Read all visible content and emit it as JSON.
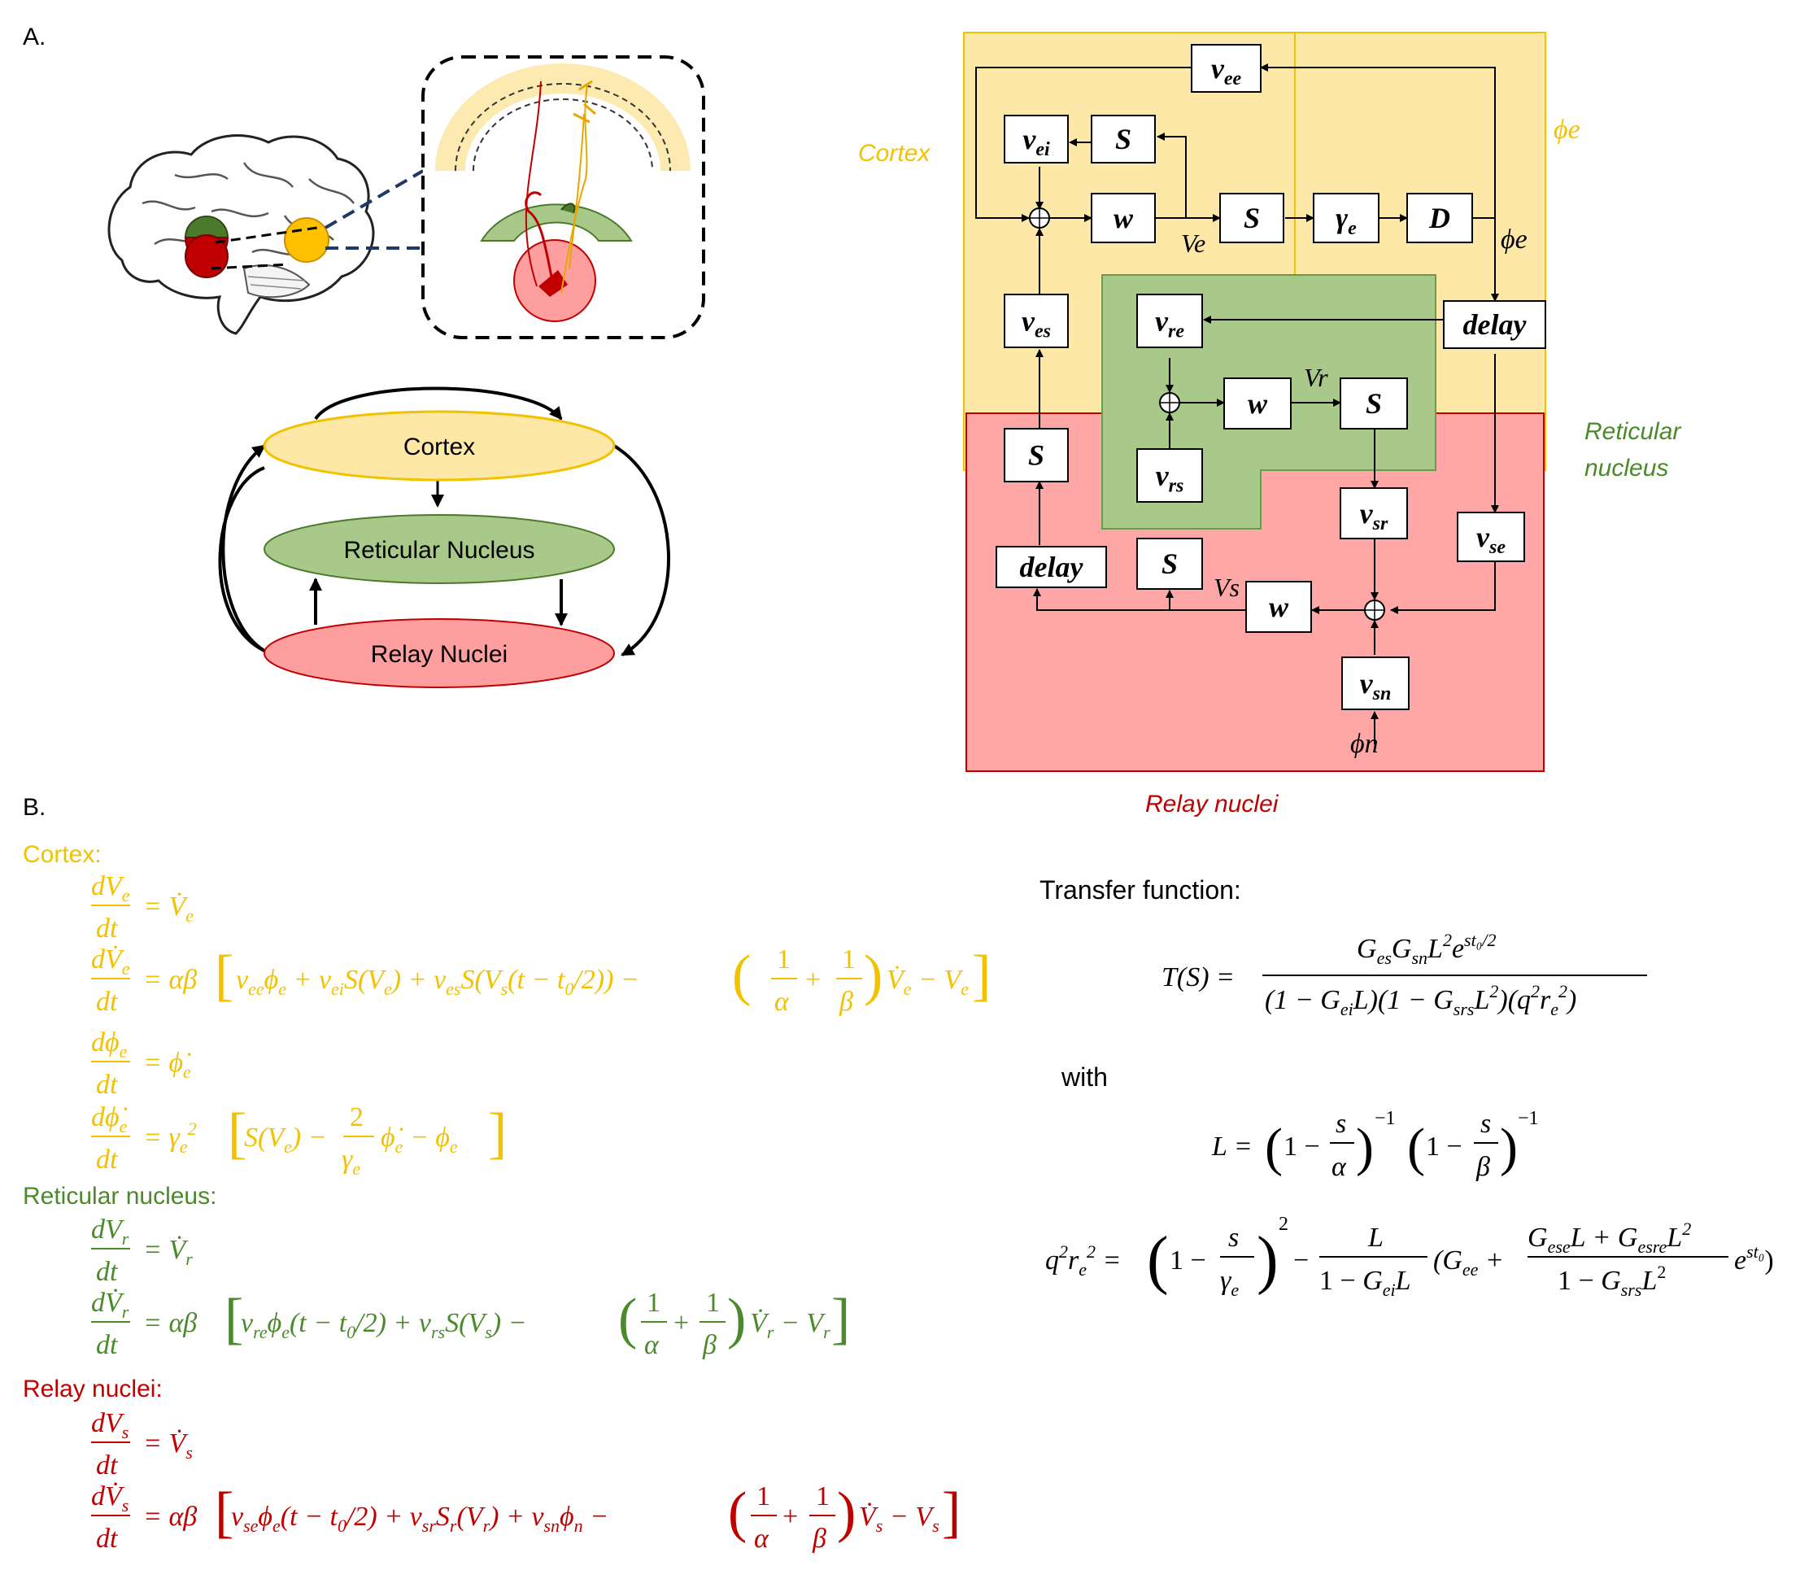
{
  "panel_labels": {
    "a": "A.",
    "b": "B."
  },
  "colors": {
    "cortex": "#f2c200",
    "cortex_fill": "#fde8a8",
    "reticular": "#4a8a2a",
    "reticular_fill": "#a9c98b",
    "relay": "#c00000",
    "relay_fill": "#ff9e9e"
  },
  "schematic": {
    "cortex": "Cortex",
    "reticular": "Reticular Nucleus",
    "relay": "Relay Nuclei"
  },
  "block_diagram": {
    "region_cortex": "Cortex",
    "region_reticular_1": "Reticular",
    "region_reticular_2": "nucleus",
    "region_relay": "Relay nuclei",
    "phi_e_corner": "ϕe",
    "blocks": {
      "vee": "vee",
      "vei": "vei",
      "s1": "S",
      "w1": "w",
      "s2": "S",
      "gamma": "γe",
      "d": "D",
      "delay1": "delay",
      "ves": "ves",
      "vre": "vre",
      "w2": "w",
      "s3": "S",
      "vrs": "vrs",
      "s4": "S",
      "vsr": "vsr",
      "vse": "vse",
      "delay2": "delay",
      "s5": "S",
      "w3": "w",
      "vsn": "vsn"
    },
    "signals": {
      "ve": "Ve",
      "phi_e": "ϕe",
      "vr": "Vr",
      "vs": "Vs",
      "phi_n": "ϕn"
    }
  },
  "equations": {
    "cortex_heading": "Cortex:",
    "reticular_heading": "Reticular nucleus:",
    "relay_heading": "Relay nuclei:",
    "transfer_heading": "Transfer function:",
    "with": "with"
  }
}
